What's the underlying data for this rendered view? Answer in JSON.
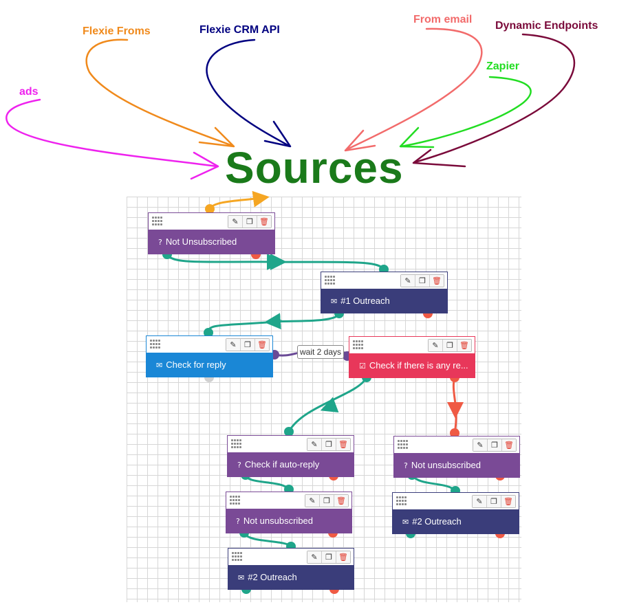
{
  "sources": {
    "title": "Sources",
    "labels": [
      {
        "name": "source-ads",
        "text": "ads",
        "color": "#ee22ee"
      },
      {
        "name": "source-flexie-forms",
        "text": "Flexie Froms",
        "color": "#f08a1c"
      },
      {
        "name": "source-flexie-crm-api",
        "text": "Flexie CRM API",
        "color": "#000080"
      },
      {
        "name": "source-from-email",
        "text": "From email",
        "color": "#f26b6b"
      },
      {
        "name": "source-zapier",
        "text": "Zapier",
        "color": "#22dd22"
      },
      {
        "name": "source-dynamic-endpoints",
        "text": "Dynamic Endpoints",
        "color": "#7a0a3a"
      }
    ]
  },
  "workflow": {
    "wait_label": "wait 2 days",
    "nodes": [
      {
        "id": "not-unsubscribed-1",
        "label": "Not Unsubscribed",
        "icon": "question-circle-icon",
        "glyph": "?",
        "color": "#7a4a96"
      },
      {
        "id": "outreach-1",
        "label": "#1 Outreach",
        "icon": "envelope-icon",
        "glyph": "✉",
        "color": "#3a3d7a"
      },
      {
        "id": "check-for-reply",
        "label": "Check for reply",
        "icon": "envelope-icon",
        "glyph": "✉",
        "color": "#1a87d6"
      },
      {
        "id": "check-any-reply",
        "label": "Check if there is any re...",
        "icon": "check-square-icon",
        "glyph": "☑",
        "color": "#e8375a"
      },
      {
        "id": "check-auto-reply",
        "label": "Check if auto-reply",
        "icon": "question-circle-icon",
        "glyph": "?",
        "color": "#7a4a96"
      },
      {
        "id": "not-unsubscribed-2",
        "label": "Not unsubscribed",
        "icon": "question-circle-icon",
        "glyph": "?",
        "color": "#7a4a96"
      },
      {
        "id": "not-unsubscribed-3",
        "label": "Not unsubscribed",
        "icon": "question-circle-icon",
        "glyph": "?",
        "color": "#7a4a96"
      },
      {
        "id": "outreach-2-left",
        "label": "#2 Outreach",
        "icon": "envelope-icon",
        "glyph": "✉",
        "color": "#3a3d7a"
      },
      {
        "id": "outreach-2-right",
        "label": "#2 Outreach",
        "icon": "envelope-icon",
        "glyph": "✉",
        "color": "#3a3d7a"
      }
    ],
    "tools": {
      "edit_glyph": "✎",
      "copy_glyph": "❐",
      "delete_glyph": "🗑"
    },
    "colors": {
      "yes": "#1fa58a",
      "no": "#ef5a44",
      "wait": "#6a4a96",
      "entry": "#f5a623"
    }
  }
}
